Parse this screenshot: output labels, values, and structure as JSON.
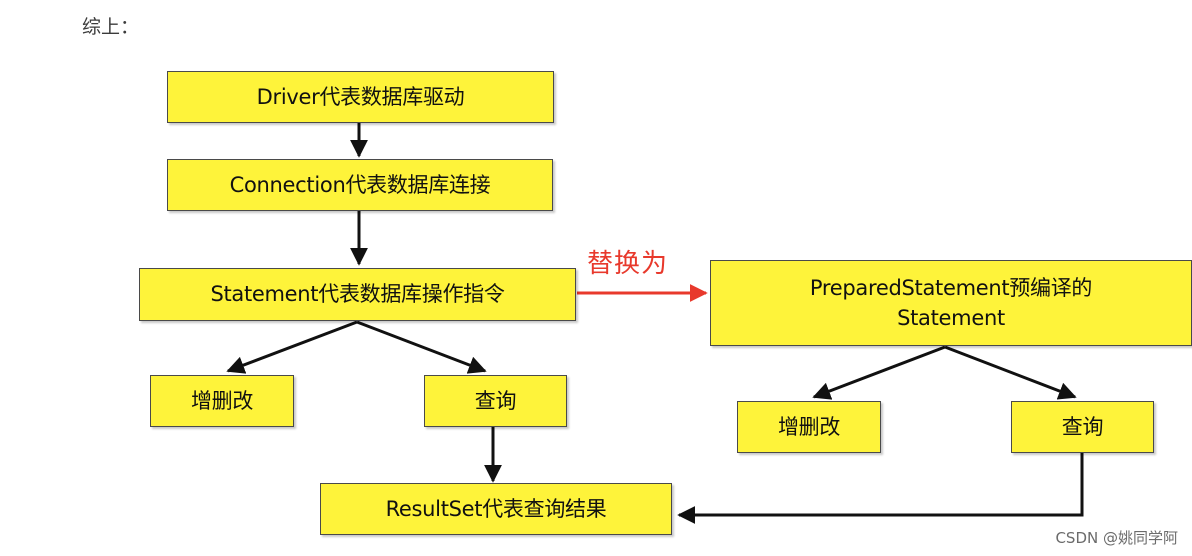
{
  "heading": "综上：",
  "boxes": {
    "driver": "Driver代表数据库驱动",
    "connection": "Connection代表数据库连接",
    "statement": "Statement代表数据库操作指令",
    "prepared_line1": "PreparedStatement预编译的",
    "prepared_line2": "Statement",
    "crud_left": "增删改",
    "query_left": "查询",
    "crud_right": "增删改",
    "query_right": "查询",
    "resultset": "ResultSet代表查询结果"
  },
  "replace_label": "替换为",
  "watermark": "CSDN @姚同学阿",
  "colors": {
    "box_fill": "#fef33a",
    "box_border": "#4a4a4a",
    "arrow": "#111111",
    "replace_arrow": "#e8392c"
  }
}
